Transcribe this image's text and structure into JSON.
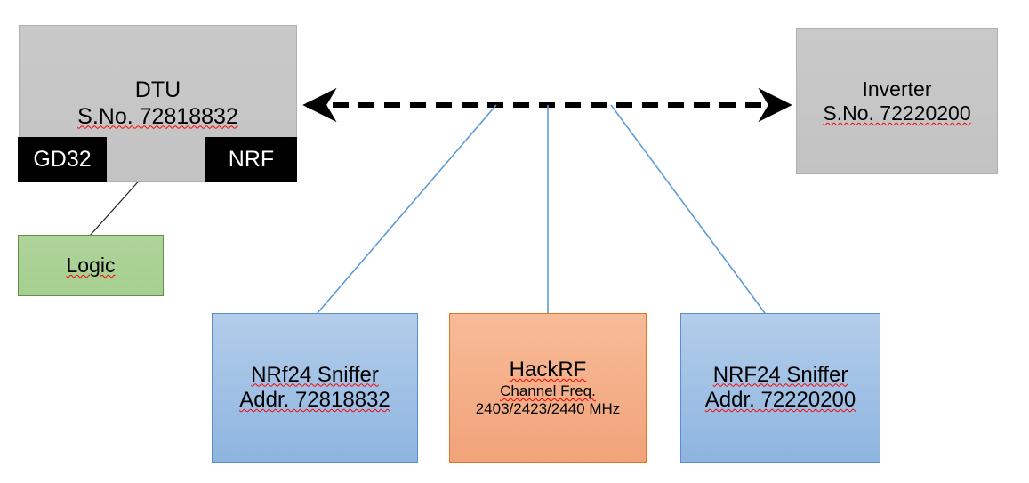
{
  "diagram": {
    "title": "HackRF / NRF24 sniffing setup block diagram",
    "colors": {
      "gray_fill": "#c6c6c6",
      "black_fill": "#000000",
      "green_fill": "#a9d08e",
      "blue_fill": "#a8c6e8",
      "orange_fill": "#f5b894",
      "connector_blue": "#5b9bd5",
      "arrow_black": "#000000"
    },
    "nodes": {
      "dtu": {
        "line1": "DTU",
        "line2": "S.No. 72818832"
      },
      "gd32": {
        "label": "GD32"
      },
      "nrf": {
        "label": "NRF"
      },
      "logic": {
        "label": "Logic"
      },
      "inverter": {
        "line1": "Inverter",
        "line2": "S.No. 72220200"
      },
      "sniffer_left": {
        "line1": "NRf24 Sniffer",
        "line2": "Addr. 72818832"
      },
      "hackrf": {
        "line1": "HackRF",
        "line2": "Channel Freq.",
        "line3": "2403/2423/2440 MHz"
      },
      "sniffer_right": {
        "line1": "NRF24 Sniffer",
        "line2": "Addr. 72220200"
      }
    },
    "connectors": {
      "dtu_inverter": "dashed double-headed arrow",
      "gd32_nrf": "solid double-headed arrow",
      "logic_to_bus": "thin leader line",
      "sniffer_left_to_link": "thin blue line",
      "hackrf_to_link": "thin blue line",
      "sniffer_right_to_link": "thin blue line"
    }
  }
}
